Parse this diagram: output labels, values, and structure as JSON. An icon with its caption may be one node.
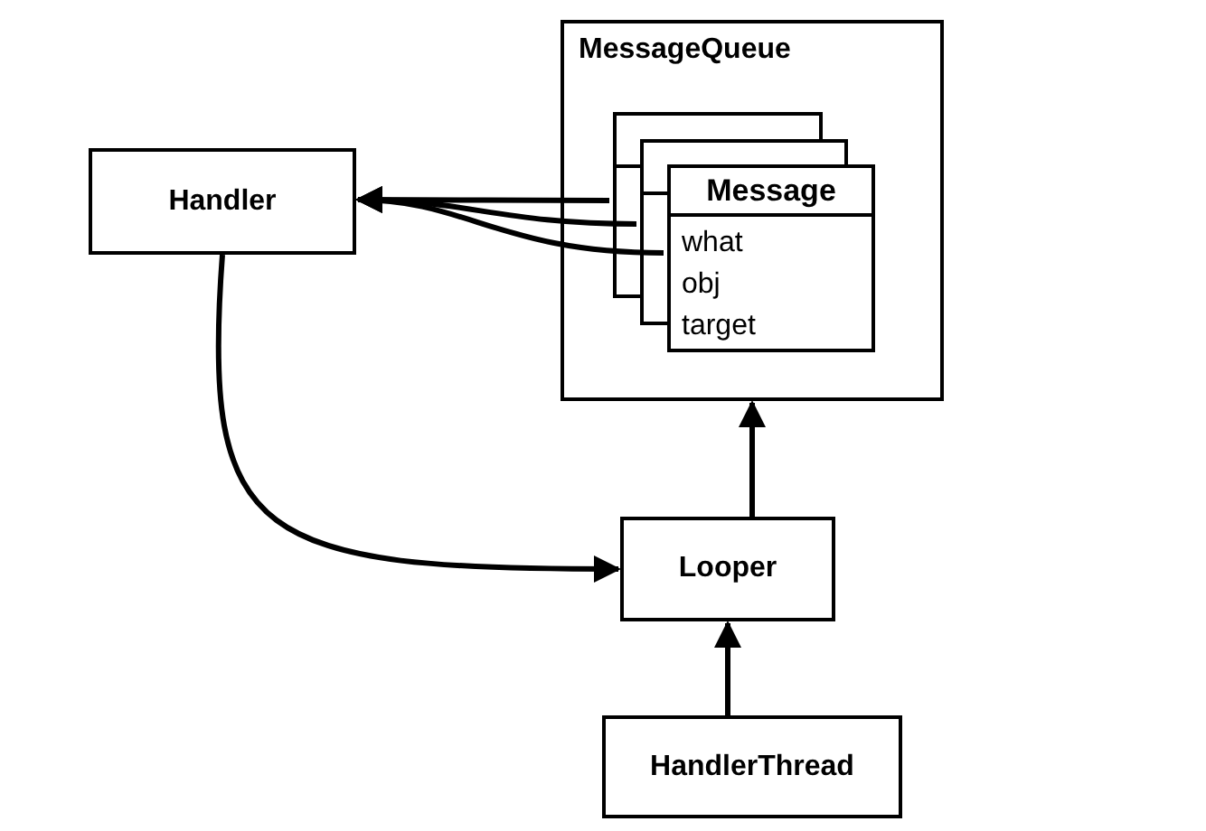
{
  "diagram": {
    "nodes": [
      {
        "text": [
          "Handler"
        ]
      },
      {
        "text": [
          "MessageQueue"
        ]
      },
      {
        "text": [
          "Message",
          "what",
          "obj",
          "target"
        ],
        "in": 1
      },
      {
        "text": [
          "Looper"
        ]
      },
      {
        "text": [
          "HandlerThread"
        ]
      }
    ],
    "edges": [
      {
        "from": 2,
        "to": 0,
        "arrow": "to"
      },
      {
        "from": 2,
        "to": 0,
        "arrow": "to"
      },
      {
        "from": 2,
        "to": 0,
        "arrow": "to"
      },
      {
        "from": 0,
        "to": 3,
        "arrow": "to"
      },
      {
        "from": 3,
        "to": 1,
        "arrow": "to"
      },
      {
        "from": 4,
        "to": 3,
        "arrow": "to"
      }
    ]
  }
}
